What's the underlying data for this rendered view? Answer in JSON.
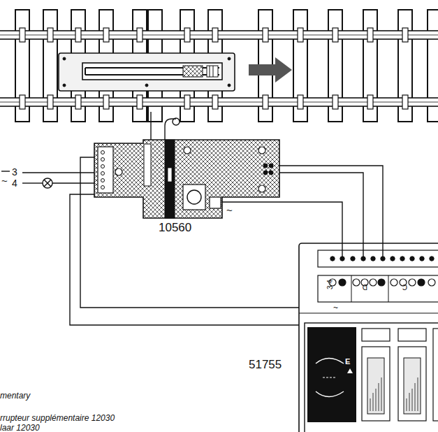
{
  "diagram": {
    "nodes": [
      {
        "text": [
          "10560"
        ]
      },
      {
        "text": [
          "51755"
        ]
      }
    ],
    "edges": [
      {
        "from": 0,
        "to": 1,
        "arrow": "none"
      },
      {
        "from": 0,
        "to": 1,
        "arrow": "none"
      },
      {
        "from": 0,
        "to": 1,
        "arrow": "none"
      },
      {
        "from": 0,
        "to": 1,
        "arrow": "none"
      },
      {
        "from": 0,
        "to": 1,
        "arrow": "none"
      }
    ],
    "labels": [
      "3",
      "4",
      "~",
      "~",
      "3 4",
      "~",
      "D",
      "C",
      "E",
      "mentary",
      "rrupteur supplémentaire 12030",
      "laar 12030"
    ]
  }
}
